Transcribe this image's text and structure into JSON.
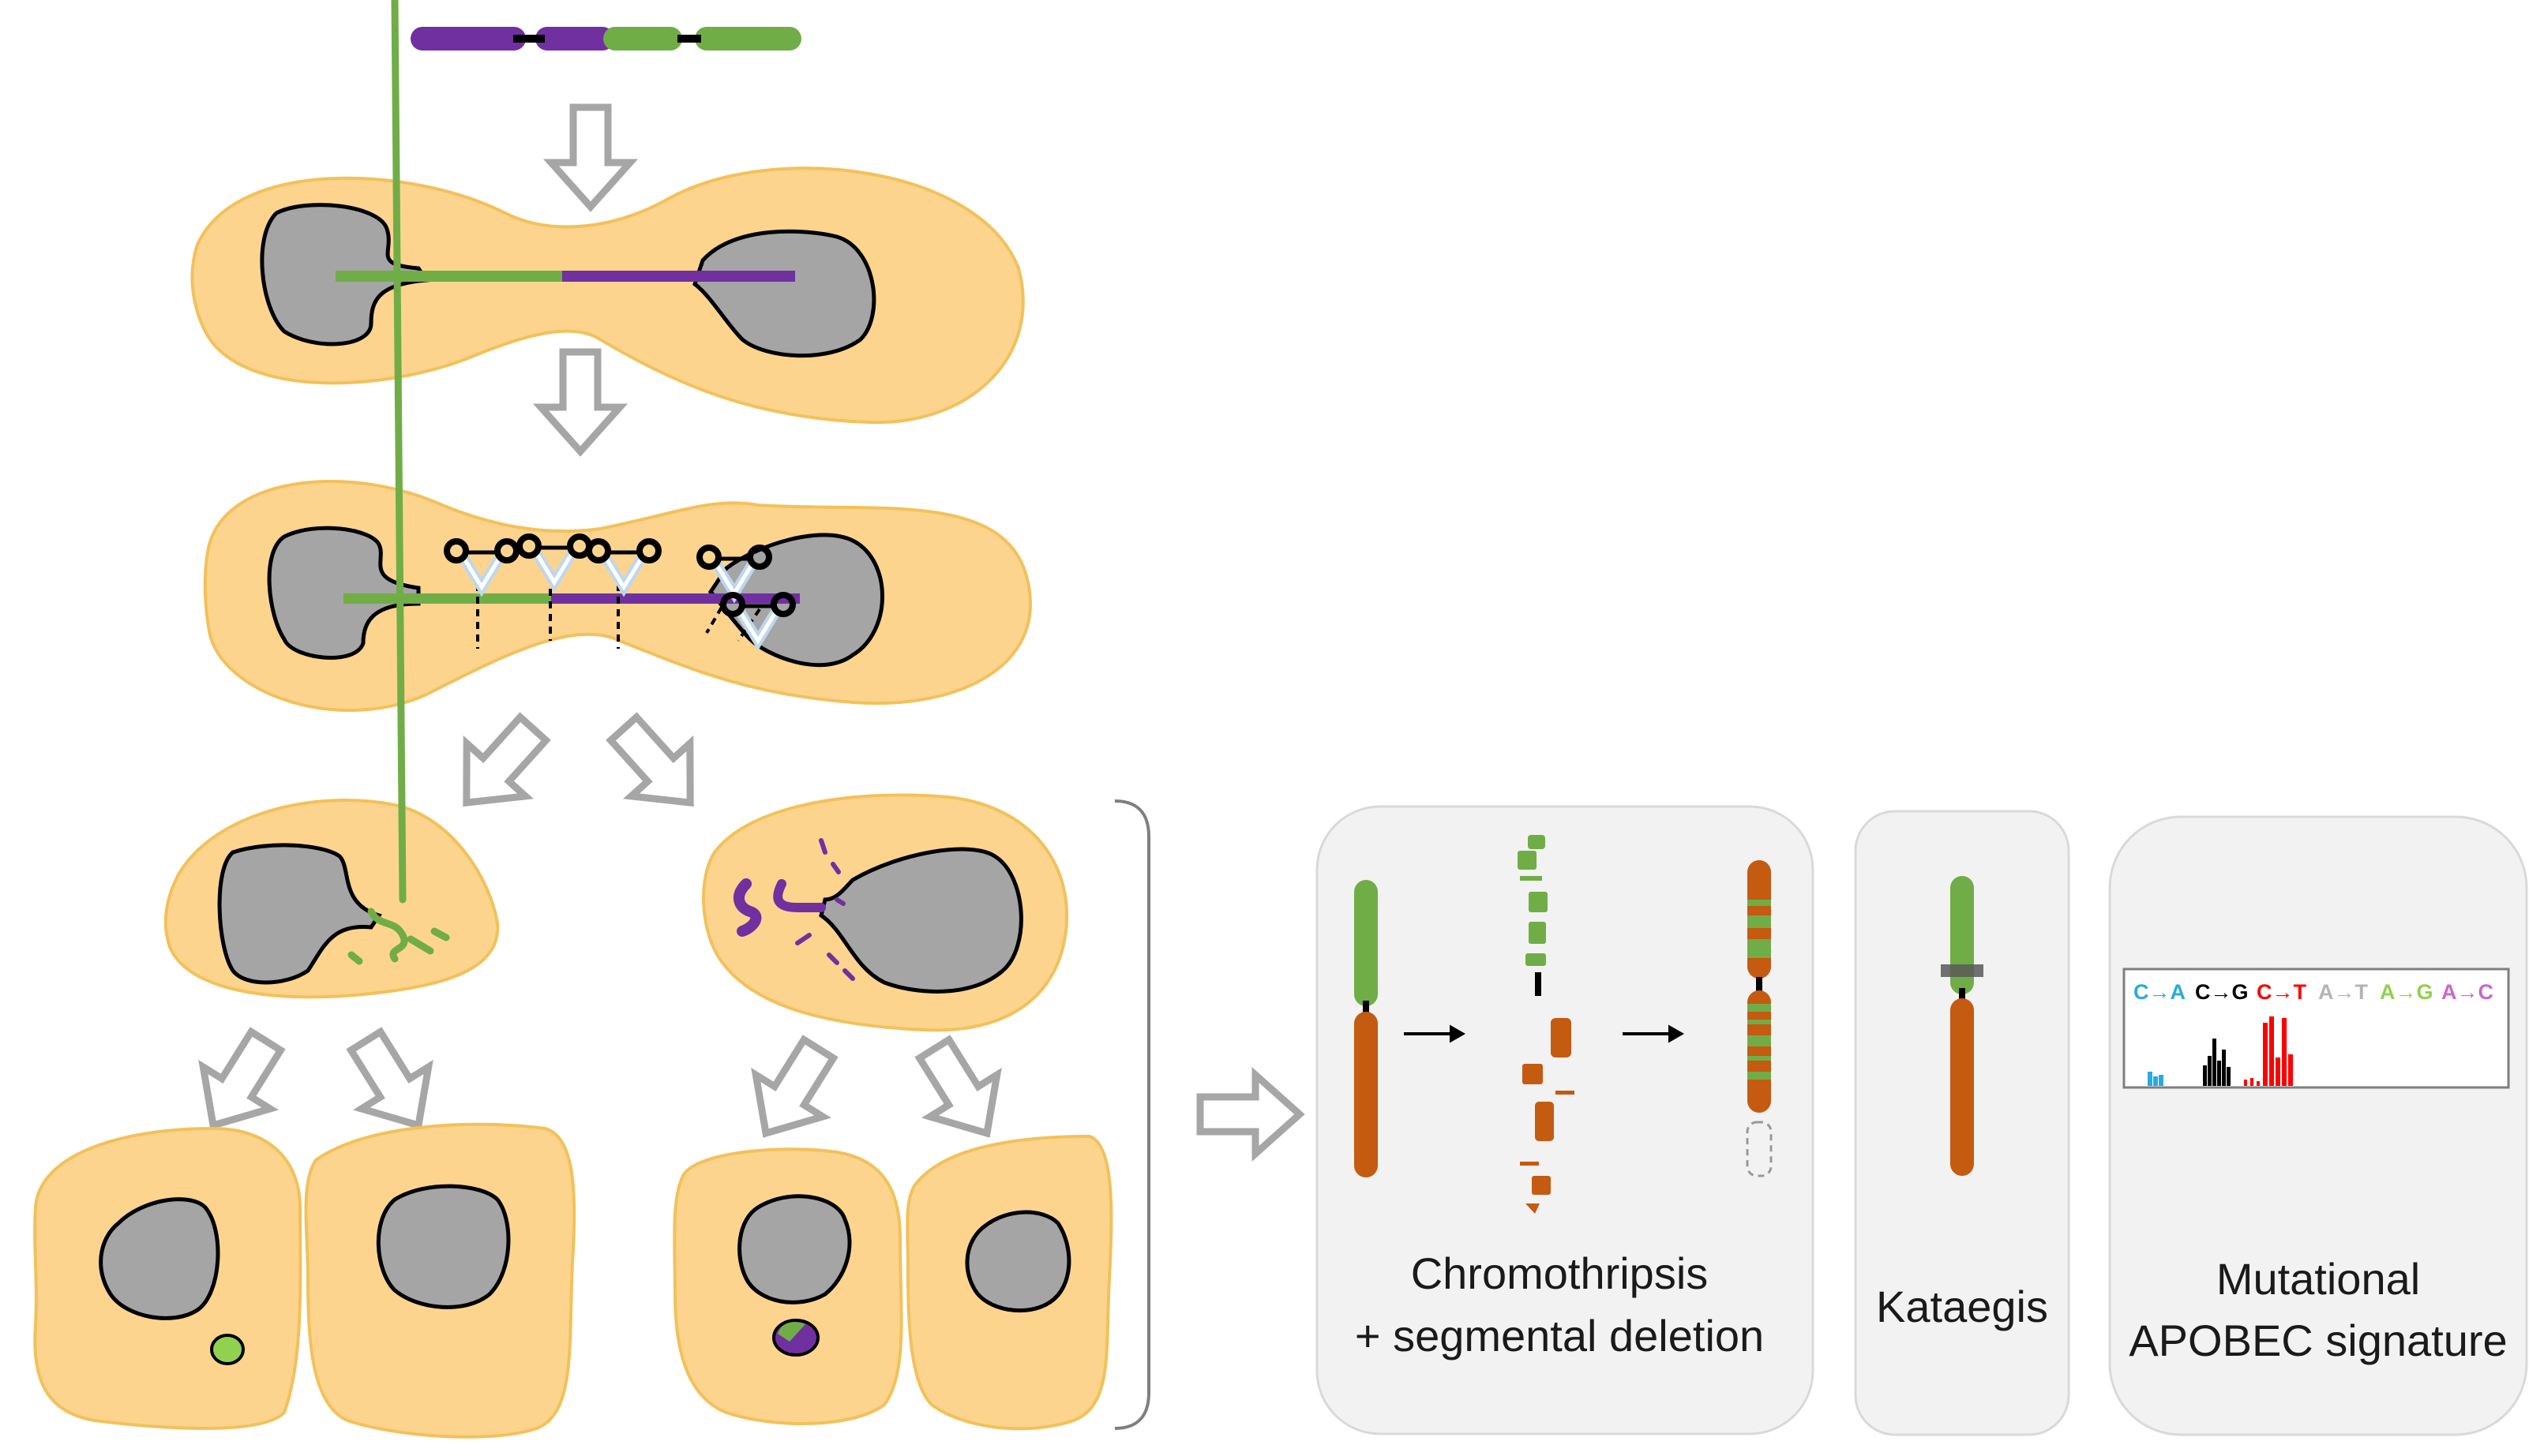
{
  "colors": {
    "cell": "#fdd48e",
    "cell_edge": "#f2c15a",
    "nucleus": "#a5a5a5",
    "green_chromosome": "#70ad47",
    "purple_chromosome": "#7030a0",
    "orange_chromosome": "#c55a11",
    "panel_bg": "#f2f2f2",
    "arrow_stroke": "#a6a6a6",
    "signature_c_a": "#29aae1",
    "signature_c_g": "#000000",
    "signature_c_t": "#ff0000",
    "signature_a_t": "#b4b4b4",
    "signature_a_g": "#92d050",
    "signature_a_c": "#cc66cc"
  },
  "icons": {
    "scissors": "scissors-icon",
    "flow_arrow": "hollow-arrow-icon"
  },
  "panels": {
    "chromothripsis": {
      "caption_line1": "Chromothripsis",
      "caption_line2": "+ segmental deletion"
    },
    "kataegis": {
      "caption": "Kataegis"
    },
    "apobec": {
      "caption_line1": "Mutational",
      "caption_line2": "APOBEC signature",
      "substitutions": [
        "C→A",
        "C→G",
        "C→T",
        "A→T",
        "A→G",
        "A→C"
      ]
    }
  }
}
